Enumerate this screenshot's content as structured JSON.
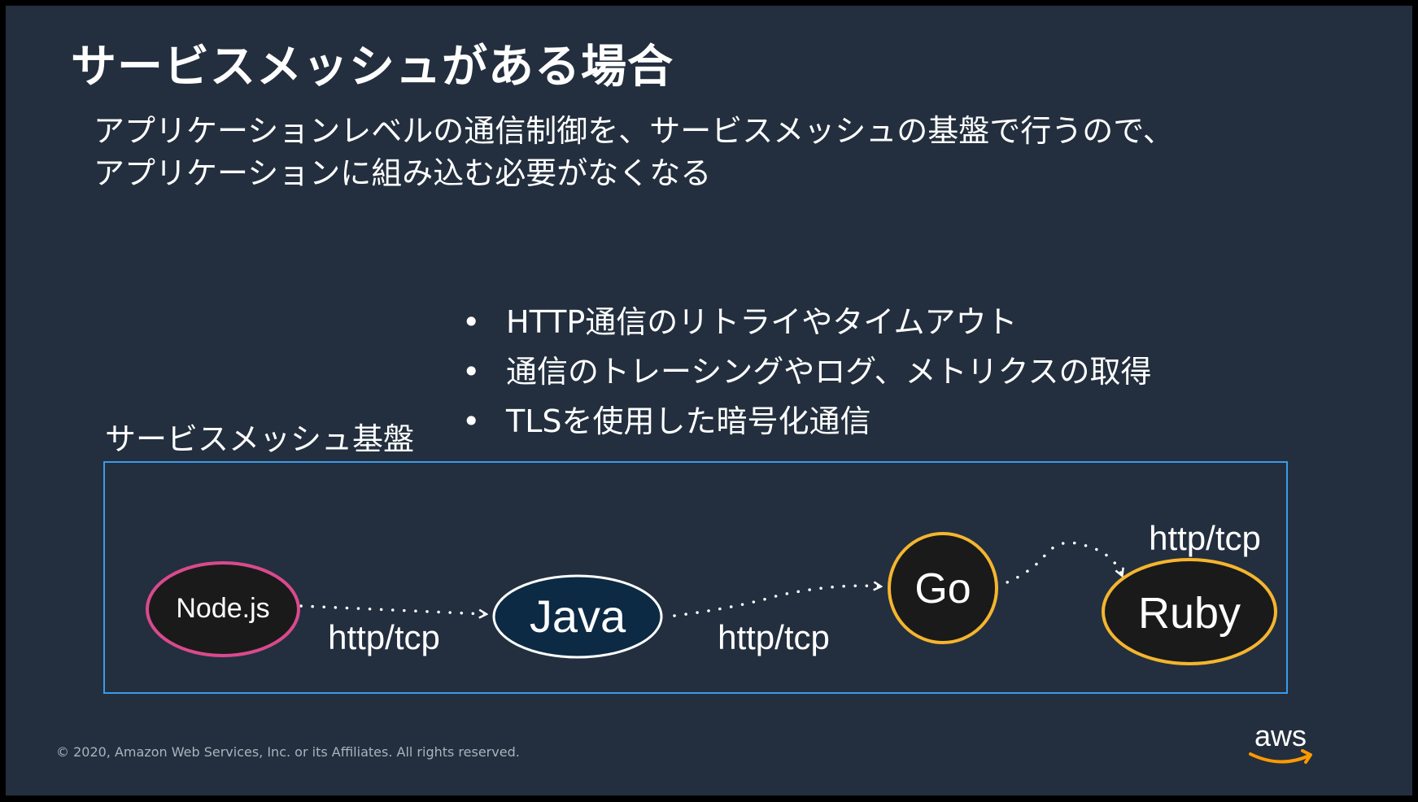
{
  "slide": {
    "title": "サービスメッシュがある場合",
    "intro_lines": [
      "アプリケーションレベルの通信制御を、サービスメッシュの基盤で行うので、",
      "アプリケーションに組み込む必要がなくなる"
    ],
    "bullets": [
      "HTTP通信のリトライやタイムアウト",
      "通信のトレーシングやログ、メトリクスの取得",
      "TLSを使用した暗号化通信"
    ],
    "bullet_symbol": "•",
    "mesh_label": "サービスメッシュ基盤",
    "footer": "© 2020, Amazon Web Services, Inc. or its Affiliates. All rights reserved.",
    "logo_text": "aws"
  },
  "diagram": {
    "nodes": [
      {
        "id": "node",
        "label": "Node.js",
        "fill": "#1a1a1a",
        "stroke": "#d94a8c"
      },
      {
        "id": "java",
        "label": "Java",
        "fill": "#0d2a44",
        "stroke": "#ffffff"
      },
      {
        "id": "go",
        "label": "Go",
        "fill": "#1a1a1a",
        "stroke": "#f5b52e"
      },
      {
        "id": "ruby",
        "label": "Ruby",
        "fill": "#1a1a1a",
        "stroke": "#f5b52e"
      }
    ],
    "edges": [
      {
        "from": "node",
        "to": "java",
        "label": "http/tcp"
      },
      {
        "from": "java",
        "to": "go",
        "label": "http/tcp"
      },
      {
        "from": "go",
        "to": "ruby",
        "label": "http/tcp"
      }
    ]
  },
  "colors": {
    "background": "#232f3e",
    "box_border": "#3b9ae8",
    "aws_orange": "#ff9900"
  }
}
